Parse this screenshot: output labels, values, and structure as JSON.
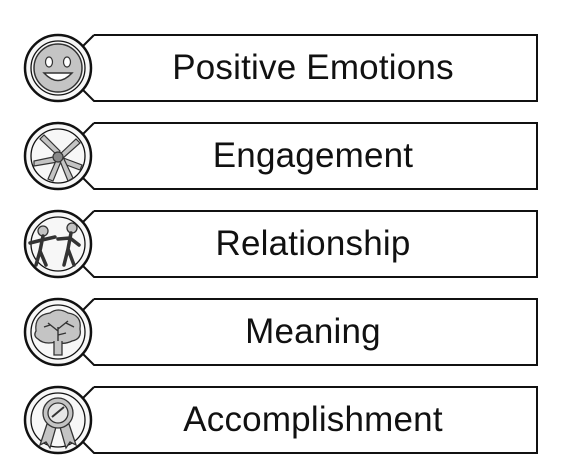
{
  "items": [
    {
      "label": "Positive Emotions",
      "icon": "smiley-face-icon"
    },
    {
      "label": "Engagement",
      "icon": "hands-together-icon"
    },
    {
      "label": "Relationship",
      "icon": "people-helping-icon"
    },
    {
      "label": "Meaning",
      "icon": "brain-tree-icon"
    },
    {
      "label": "Accomplishment",
      "icon": "award-ribbon-icon"
    }
  ],
  "colors": {
    "stroke": "#111111",
    "icon_fill": "#bfbfbf",
    "circle_fill": "#f7f7f7"
  }
}
